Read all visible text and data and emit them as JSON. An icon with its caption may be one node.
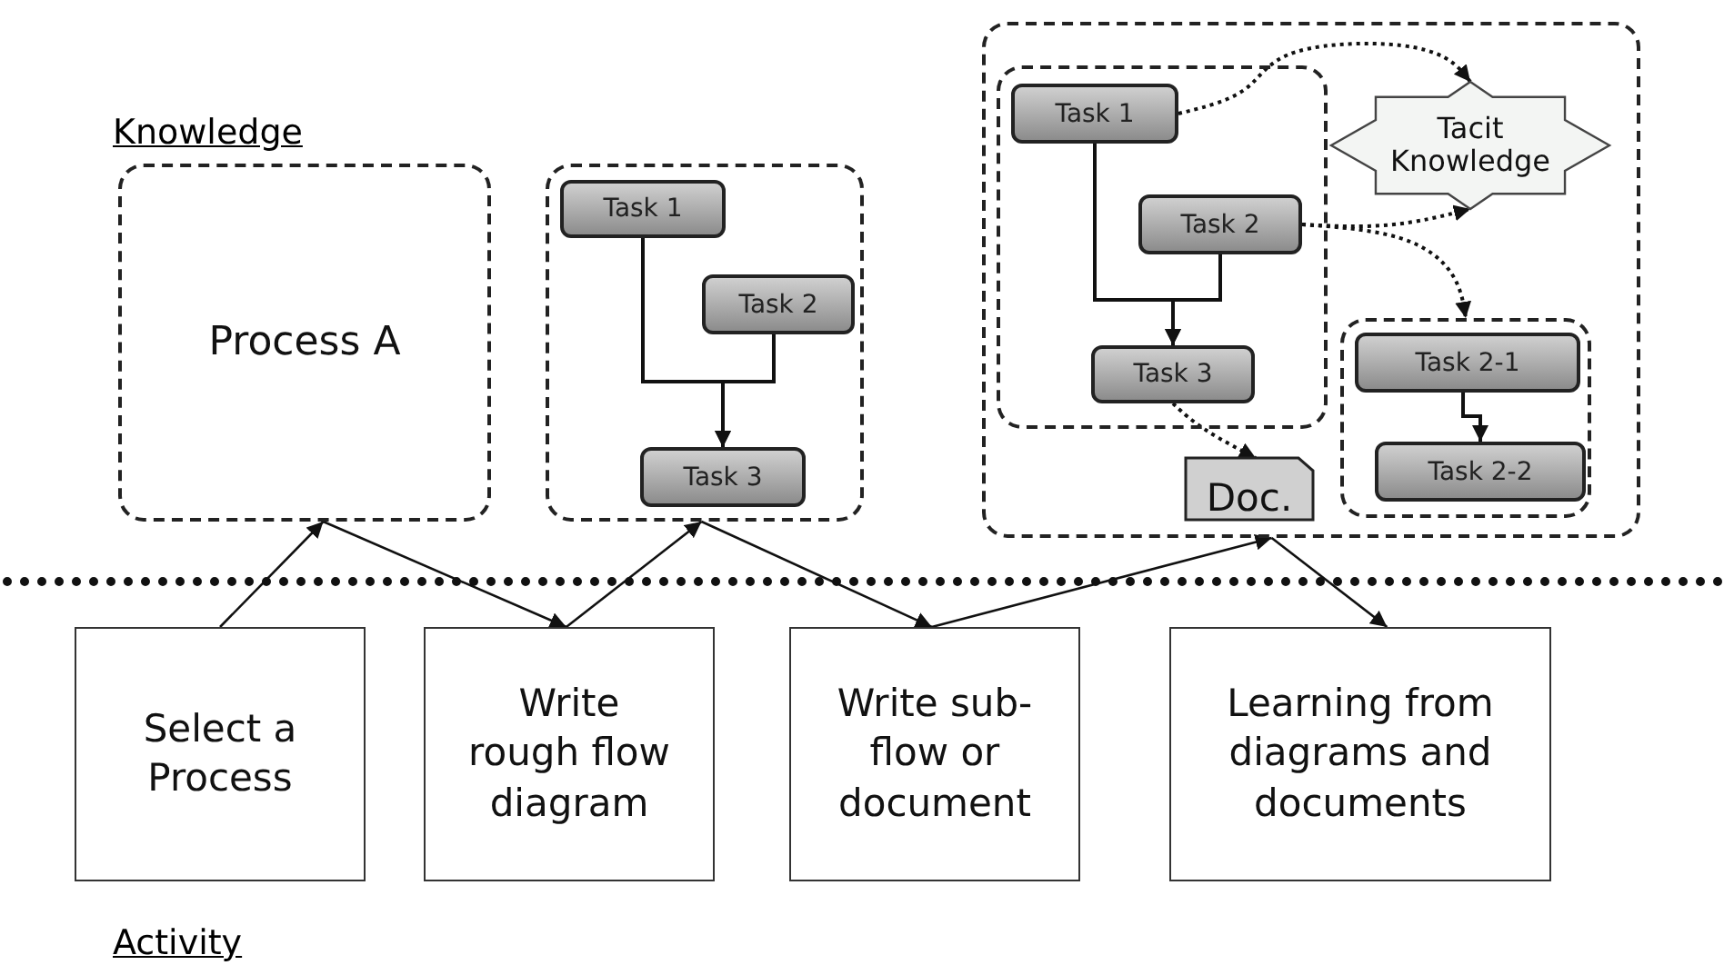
{
  "diagram": {
    "nodes": [
      {
        "text": [
          "Process A"
        ]
      },
      {
        "text": [],
        "shape": "box"
      },
      {
        "text": [
          "Task 1"
        ],
        "in": 1
      },
      {
        "text": [
          "Task 2"
        ],
        "in": 1
      },
      {
        "text": [
          "Task 3"
        ],
        "in": 1
      },
      {
        "text": [],
        "shape": "box"
      },
      {
        "text": [],
        "shape": "box",
        "in": 5
      },
      {
        "text": [
          "Task 1"
        ],
        "in": 6
      },
      {
        "text": [
          "Tacit Knowledge"
        ],
        "in": 5
      },
      {
        "text": [
          "Task 2"
        ],
        "in": 6
      },
      {
        "text": [
          "Task 3"
        ],
        "in": 6
      },
      {
        "text": [
          "Doc."
        ],
        "in": 5
      },
      {
        "text": [],
        "shape": "box",
        "in": 5
      },
      {
        "text": [
          "Task 2-1"
        ],
        "in": 12
      },
      {
        "text": [
          "Task 2-2"
        ],
        "in": 12
      },
      {
        "text": [
          "Select a Process"
        ]
      },
      {
        "text": [
          "Write rough flow diagram"
        ]
      },
      {
        "text": [
          "Write sub-flow or document"
        ]
      },
      {
        "text": [
          "Learning from diagrams and documents"
        ]
      }
    ],
    "edges": [
      {
        "from": 15,
        "to": 0,
        "arrow": "to"
      },
      {
        "from": 0,
        "to": 16,
        "arrow": "to"
      },
      {
        "from": 16,
        "to": 1,
        "arrow": "to"
      },
      {
        "from": 1,
        "to": 17,
        "arrow": "to"
      },
      {
        "from": 17,
        "to": 5,
        "arrow": "to"
      },
      {
        "from": 5,
        "to": 18,
        "arrow": "to"
      },
      {
        "from": 2,
        "to": 4,
        "arrow": "to"
      },
      {
        "from": 3,
        "to": 4,
        "arrow": "to"
      },
      {
        "from": 7,
        "to": 10,
        "arrow": "to"
      },
      {
        "from": 9,
        "to": 10,
        "arrow": "to"
      },
      {
        "from": 7,
        "to": 8,
        "arrow": "to",
        "style": "dashed"
      },
      {
        "from": 9,
        "to": 8,
        "arrow": "to",
        "style": "dashed"
      },
      {
        "from": 9,
        "to": 12,
        "arrow": "to",
        "style": "dashed"
      },
      {
        "from": 10,
        "to": 11,
        "arrow": "to",
        "style": "dashed"
      },
      {
        "from": 13,
        "to": 14,
        "arrow": "to"
      }
    ],
    "labels": [
      "Knowledge",
      "Activity"
    ]
  }
}
